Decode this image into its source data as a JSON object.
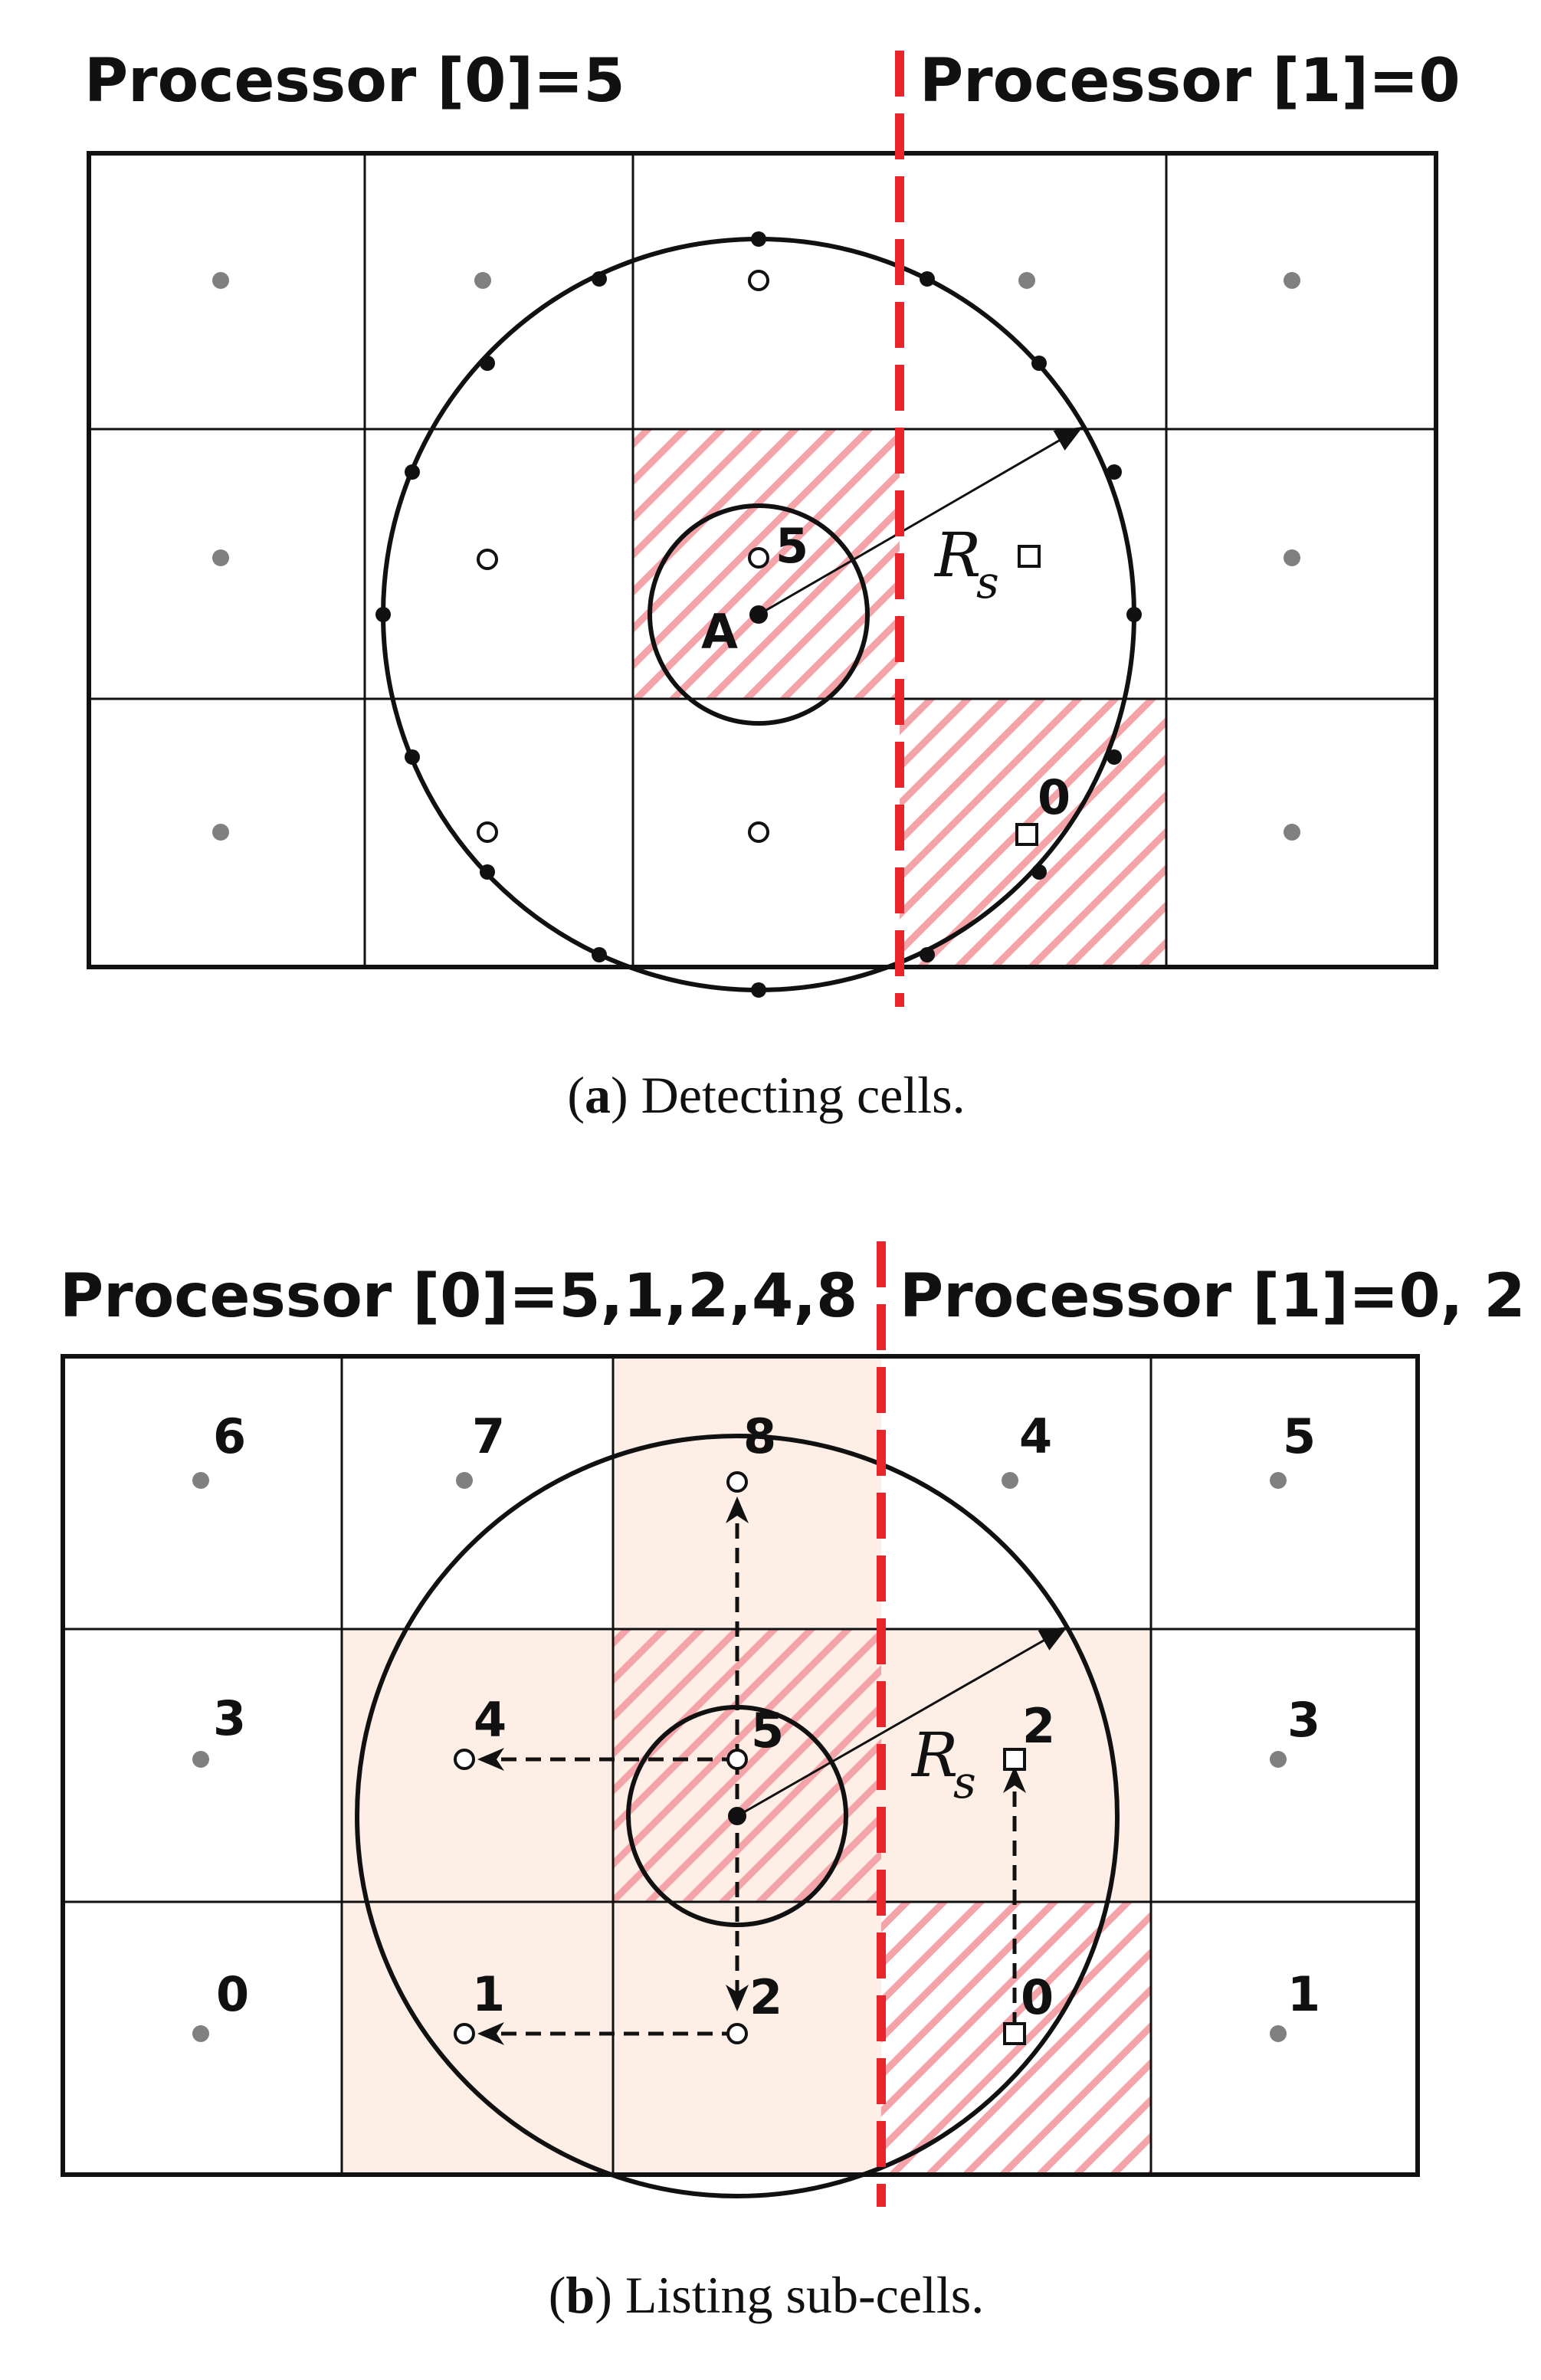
{
  "panels": [
    {
      "id": "a",
      "label_left": "Processor [0]=5",
      "label_right": "Processor [1]=0",
      "point_A_label": "A",
      "radius_label": "R",
      "radius_subscript": "s",
      "marker_labels": {
        "open_circle": "5",
        "square_bottom": "0"
      },
      "caption_letter": "a",
      "caption_text": "Detecting cells."
    },
    {
      "id": "b",
      "label_left": "Processor [0]=5,1,2,4,8",
      "label_right": "Processor [1]=0, 2",
      "radius_label": "R",
      "radius_subscript": "s",
      "cell_numbers_left": [
        "6",
        "7",
        "8",
        "3",
        "4",
        "5",
        "0",
        "1",
        "2"
      ],
      "cell_numbers_right": [
        "4",
        "5",
        "2",
        "3",
        "0",
        "1"
      ],
      "caption_letter": "b",
      "caption_text": "Listing sub-cells."
    }
  ],
  "colors": {
    "line": "#111111",
    "divider": "#e8252b",
    "hatch": "#f4a4a8",
    "shade": "#fdeee6",
    "gray_dot": "#808080"
  }
}
